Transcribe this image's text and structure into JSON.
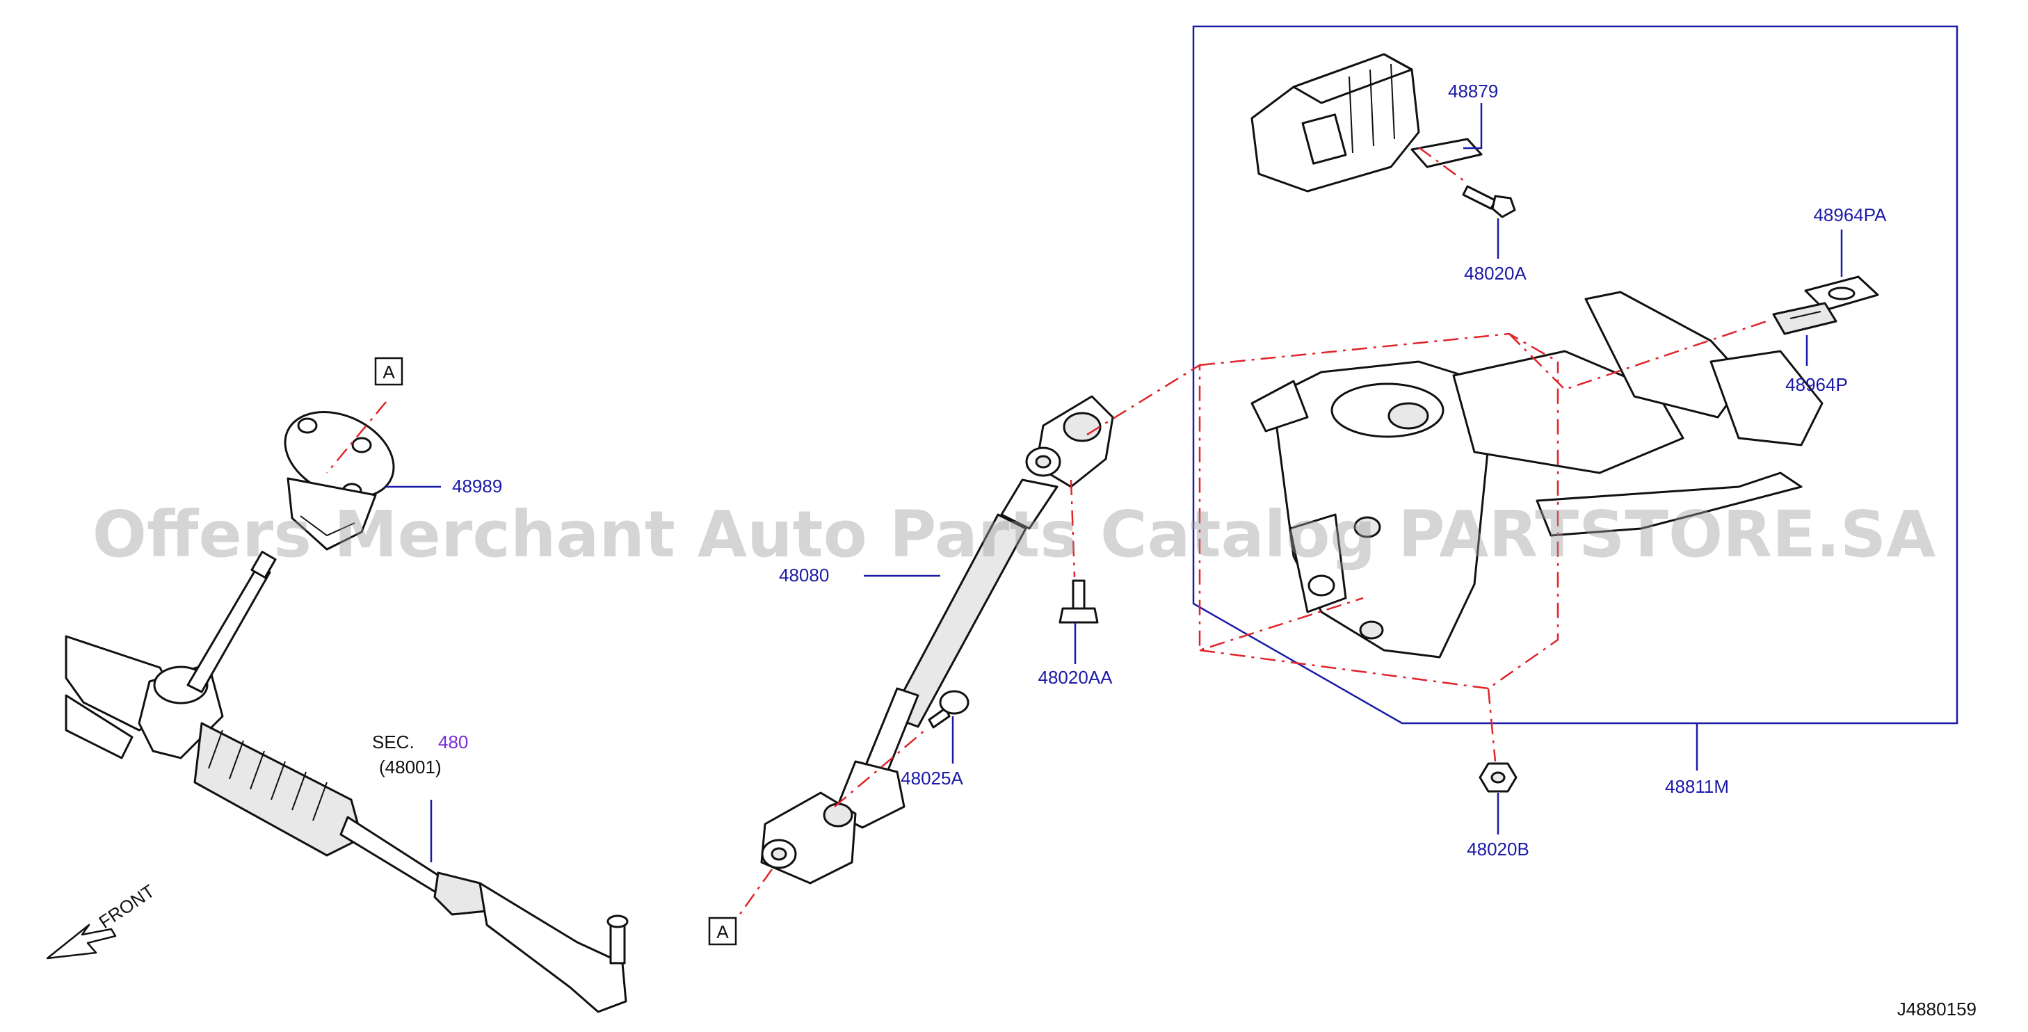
{
  "watermark": "Offers Merchant Auto Parts Catalog PARTSTORE.SA",
  "diagram_id": "J4880159",
  "direction": "FRONT",
  "section_ref": {
    "prefix": "SEC.",
    "number": "480",
    "sub": "(48001)"
  },
  "callouts": {
    "ref_a_top": "A",
    "ref_a_bottom": "A",
    "p48989": "48989",
    "p48080": "48080",
    "p48020AA": "48020AA",
    "p48025A": "48025A",
    "p48879": "48879",
    "p48020A": "48020A",
    "p48964PA": "48964PA",
    "p48964P": "48964P",
    "p48811M": "48811M",
    "p48020B": "48020B"
  },
  "colors": {
    "callout": "#1a1aa8",
    "centerline": "#e0242a",
    "section": "#7a2bd6"
  }
}
